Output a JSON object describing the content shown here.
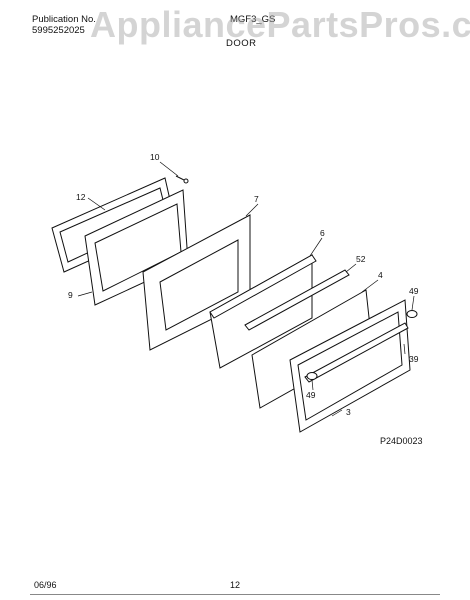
{
  "header": {
    "publication_label": "Publication No.",
    "publication_number": "5995252025",
    "model": "MGF3_GS",
    "section_title": "DOOR"
  },
  "watermark": "AppliancePartsPros.com",
  "diagram": {
    "figure_code": "P24D0023",
    "callouts": [
      "10",
      "12",
      "7",
      "6",
      "52",
      "4",
      "49",
      "9",
      "39",
      "49",
      "3"
    ]
  },
  "footer": {
    "date": "06/96",
    "page": "12"
  }
}
